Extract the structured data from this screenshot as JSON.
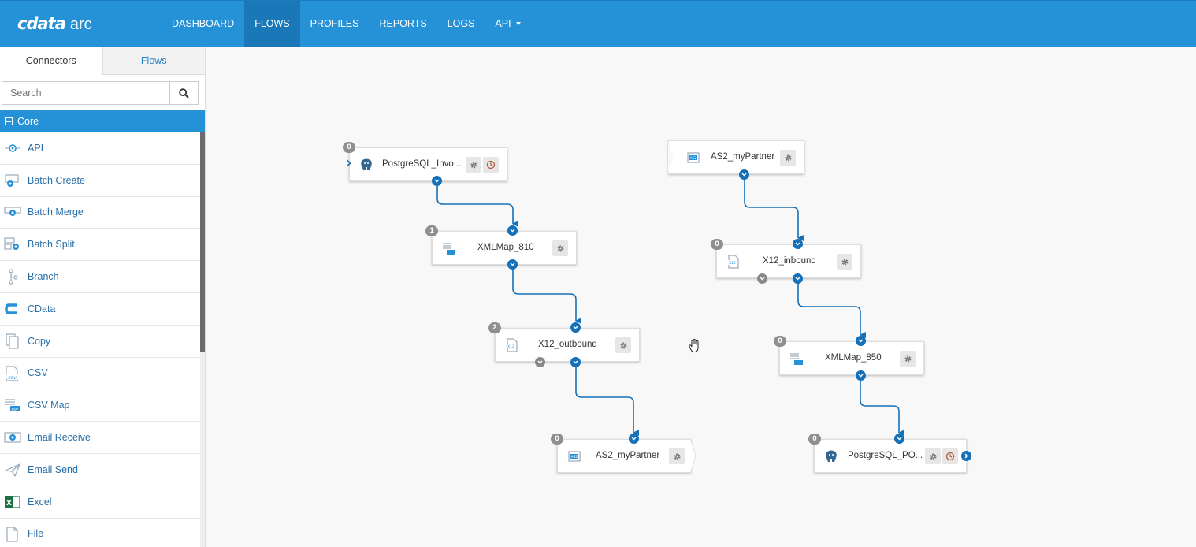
{
  "app": {
    "logo_main": "cdata",
    "logo_sub": "arc"
  },
  "nav": {
    "items": [
      "DASHBOARD",
      "FLOWS",
      "PROFILES",
      "REPORTS",
      "LOGS",
      "API"
    ],
    "active": "FLOWS"
  },
  "sidebar": {
    "tabs": [
      "Connectors",
      "Flows"
    ],
    "search_placeholder": "Search",
    "section": "Core",
    "items": [
      "API",
      "Batch Create",
      "Batch Merge",
      "Batch Split",
      "Branch",
      "CData",
      "Copy",
      "CSV",
      "CSV Map",
      "Email Receive",
      "Email Send",
      "Excel",
      "File"
    ]
  },
  "flow": {
    "nodes": [
      {
        "label": "PostgreSQL_Invo...",
        "badge": "0"
      },
      {
        "label": "XMLMap_810",
        "badge": "1"
      },
      {
        "label": "X12_outbound",
        "badge": "2"
      },
      {
        "label": "AS2_myPartner",
        "badge": "0"
      },
      {
        "label": "AS2_myPartner"
      },
      {
        "label": "X12_inbound",
        "badge": "0"
      },
      {
        "label": "XMLMap_850",
        "badge": "0"
      },
      {
        "label": "PostgreSQL_PO...",
        "badge": "0"
      }
    ]
  },
  "colors": {
    "brand": "#2592d8",
    "nav_active": "#1a78b8",
    "port": "#1670b7",
    "badge": "#8f8f8f"
  }
}
